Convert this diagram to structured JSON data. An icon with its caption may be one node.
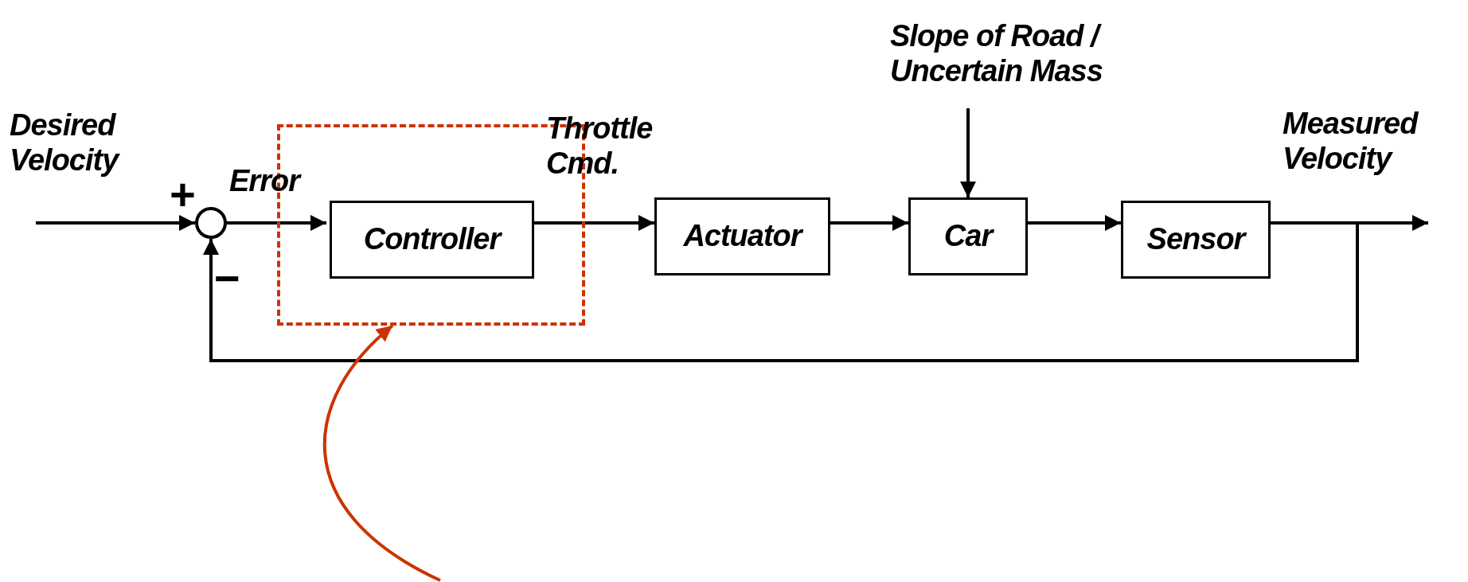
{
  "diagram": {
    "nodes": [
      {
        "text": [],
        "shape": "circle"
      },
      {
        "text": [],
        "shape": "box"
      },
      {
        "text": [
          "Controller"
        ],
        "in": 1
      },
      {
        "text": [
          "Actuator"
        ]
      },
      {
        "text": [
          "Slope of Road / Uncertain Mass"
        ]
      },
      {
        "text": [
          "Car"
        ]
      },
      {
        "text": [
          "Sensor"
        ]
      }
    ],
    "edges": [
      {
        "from": null,
        "to": 0,
        "arrow": "to"
      },
      {
        "from": 0,
        "to": 2,
        "arrow": "to"
      },
      {
        "from": 2,
        "to": 3,
        "arrow": "to"
      },
      {
        "from": 3,
        "to": 5,
        "arrow": "to"
      },
      {
        "from": 4,
        "to": 5,
        "arrow": "to"
      },
      {
        "from": 5,
        "to": 6,
        "arrow": "to"
      },
      {
        "from": 6,
        "to": null,
        "arrow": "to"
      },
      {
        "from": 6,
        "to": 0,
        "arrow": "to"
      },
      {
        "from": null,
        "to": 1,
        "arrow": "to",
        "color": "#cc3300"
      }
    ],
    "labels": [
      "Desired Velocity",
      "+",
      "Error",
      "Throttle Cmd.",
      "Measured Velocity",
      "−"
    ]
  }
}
